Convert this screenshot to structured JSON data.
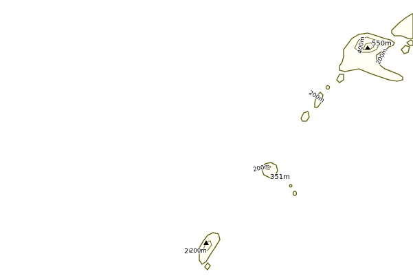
{
  "peaks": [
    {
      "id": "north",
      "elevation_label": "550m",
      "marker": "triangle-icon"
    },
    {
      "id": "middle",
      "elevation_label": "351m",
      "marker": "triangle-icon"
    },
    {
      "id": "south",
      "elevation_label": "289m",
      "marker": "triangle-icon"
    }
  ],
  "contour_labels": {
    "north_400": "400m",
    "north_200_east": "200m",
    "north_200_west": "200m",
    "middle_200": "200m",
    "south_200": "200m"
  },
  "colors": {
    "land_outline": "#5e5a00",
    "land_fill": "#fffff6",
    "background": "#ffffff"
  }
}
